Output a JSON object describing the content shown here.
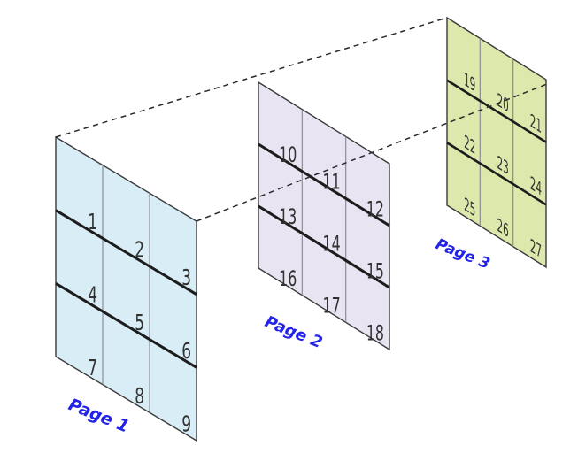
{
  "pages": [
    {
      "label": "Page 1",
      "fill": "#d8edf6",
      "cells": [
        "1",
        "2",
        "3",
        "4",
        "5",
        "6",
        "7",
        "8",
        "9"
      ]
    },
    {
      "label": "Page 2",
      "fill": "#e9e4f2",
      "cells": [
        "10",
        "11",
        "12",
        "13",
        "14",
        "15",
        "16",
        "17",
        "18"
      ]
    },
    {
      "label": "Page 3",
      "fill": "#dde8ad",
      "cells": [
        "19",
        "20",
        "21",
        "22",
        "23",
        "24",
        "25",
        "26",
        "27"
      ]
    }
  ],
  "colors": {
    "background": "#ffffff",
    "page_label": "#2323e8",
    "cell_number": "#323232",
    "row_line": "#1c1c1c",
    "col_line": "#84848e",
    "page_border": "#3a3a3a",
    "depth_line": "#2a2a2a"
  }
}
